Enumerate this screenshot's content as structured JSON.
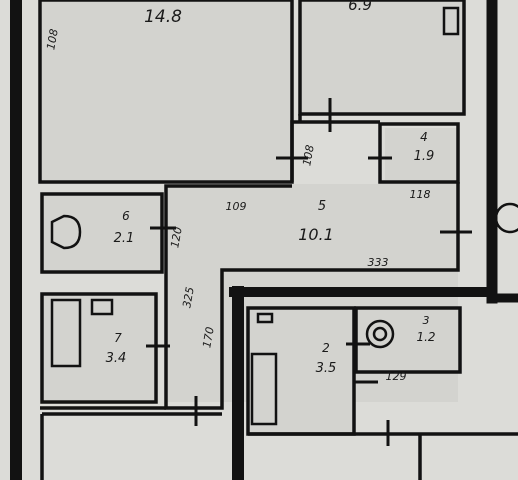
{
  "palette": {
    "paper": "#dcdcd8",
    "room": "#d3d3cf",
    "ink": "#121212"
  },
  "rooms": [
    {
      "id": "room-top-left",
      "num": "",
      "area": "14.8"
    },
    {
      "id": "room-top-right",
      "num": "",
      "area": "6.9"
    },
    {
      "id": "closet-top-right",
      "num": "4",
      "area": "1.9"
    },
    {
      "id": "hall",
      "num": "5",
      "area": "10.1"
    },
    {
      "id": "toilet",
      "num": "6",
      "area": "2.1"
    },
    {
      "id": "bath",
      "num": "7",
      "area": "3.4"
    },
    {
      "id": "lower-right-room",
      "num": "2",
      "area": "3.5"
    },
    {
      "id": "small-lower-room",
      "num": "3",
      "area": "1.2"
    }
  ],
  "dimensions": {
    "d109": "109",
    "d118": "118",
    "d333": "333",
    "d325": "325",
    "d170": "170",
    "d129": "129",
    "d120": "120",
    "d108": "108",
    "d108b": "108"
  }
}
